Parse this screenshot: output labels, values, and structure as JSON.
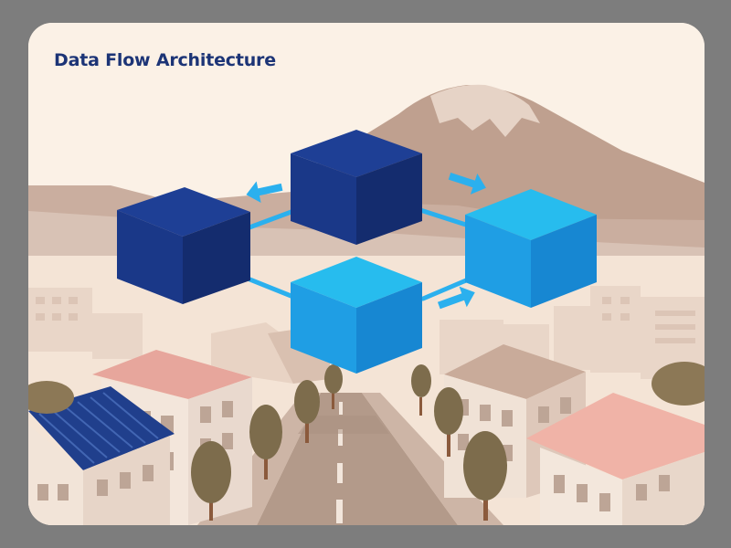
{
  "diagram": {
    "title": "Data Flow Architecture",
    "nodes": [
      {
        "id": "node-top-center",
        "shade": "dark"
      },
      {
        "id": "node-left",
        "shade": "dark"
      },
      {
        "id": "node-right",
        "shade": "light"
      },
      {
        "id": "node-bottom-center",
        "shade": "light"
      }
    ],
    "edges": [
      {
        "from": "node-top-center",
        "to": "node-left"
      },
      {
        "from": "node-top-center",
        "to": "node-right"
      },
      {
        "from": "node-left",
        "to": "node-bottom-center"
      },
      {
        "from": "node-bottom-center",
        "to": "node-right"
      }
    ]
  },
  "colors": {
    "title": "#1c3476",
    "node_dark_top": "#1e3f95",
    "node_dark_front": "#1a3888",
    "node_dark_side": "#142c6e",
    "node_light_top": "#27bcee",
    "node_light_front": "#1f9ee4",
    "node_light_side": "#1787d2",
    "connector": "#2bb0ee",
    "background": "#fbf1e6",
    "mountain": "#bfa08f",
    "roof_pink": "#e7a69c",
    "roof_blue": "#203f8c",
    "tree": "#7d6c4c",
    "road": "#b39a8a"
  }
}
